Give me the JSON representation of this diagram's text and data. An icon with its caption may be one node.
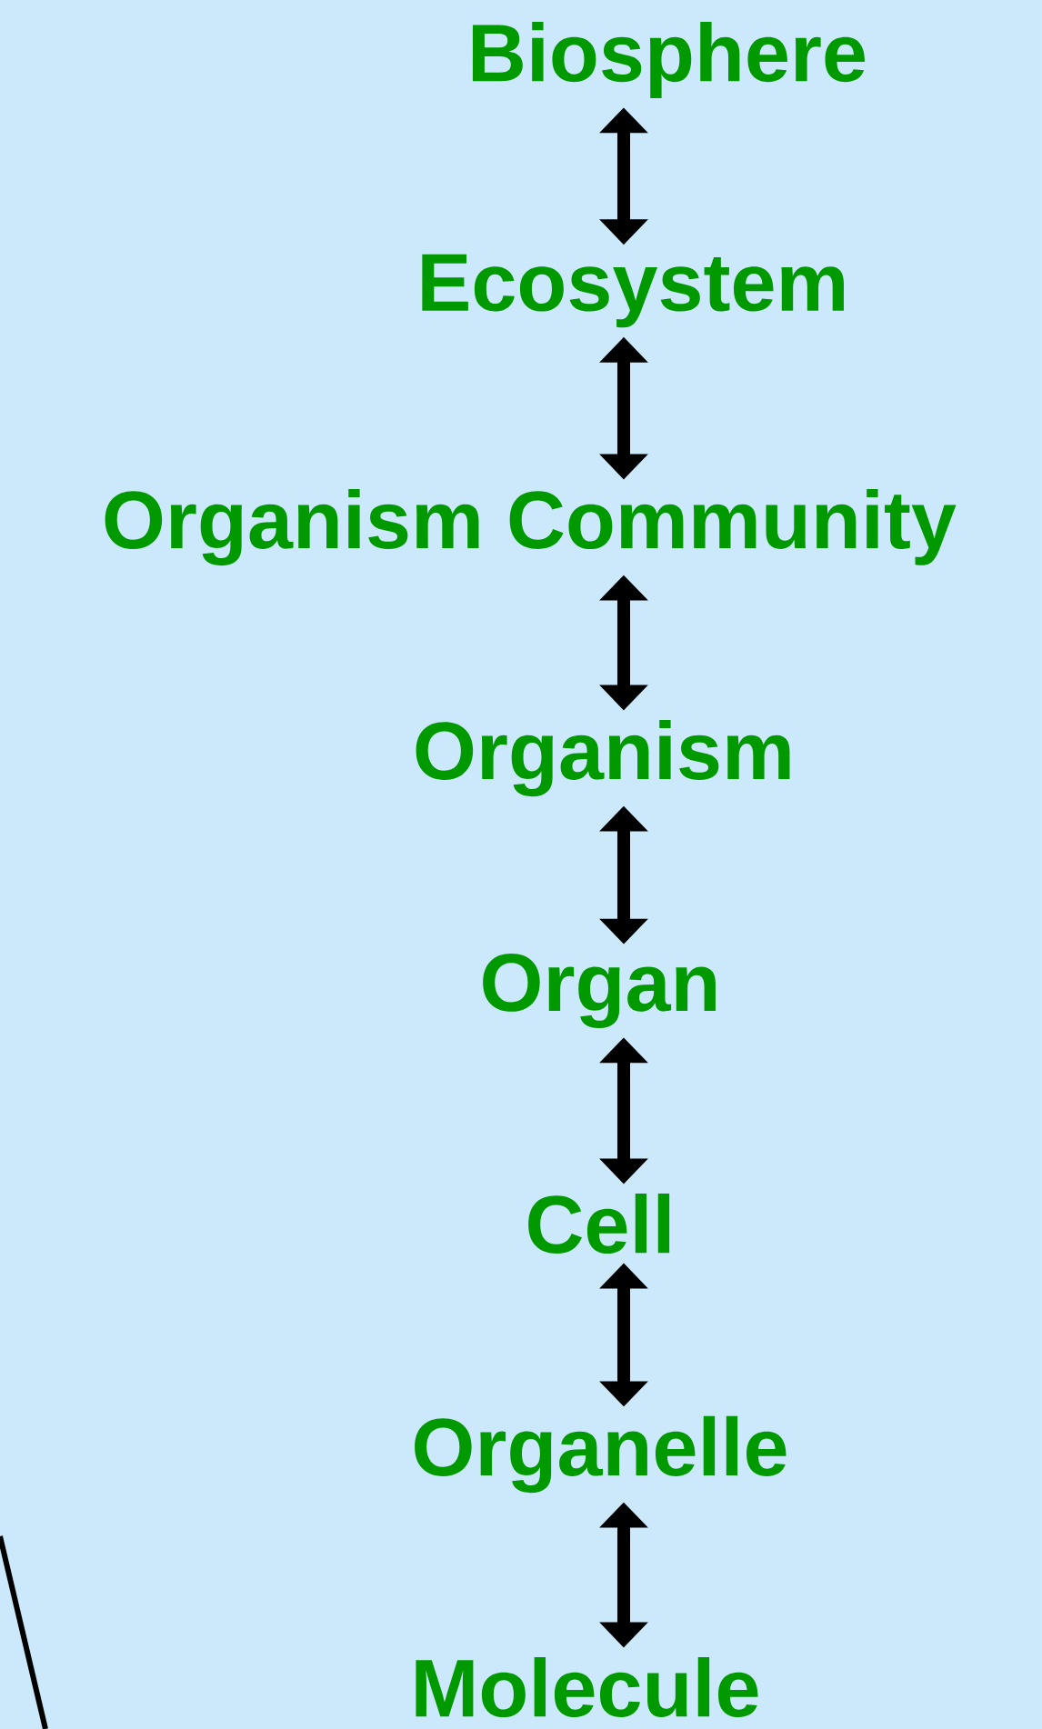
{
  "diagram": {
    "nodes": [
      {
        "text": [
          "Biosphere"
        ]
      },
      {
        "text": [
          "Ecosystem"
        ]
      },
      {
        "text": [
          "Organism Community"
        ]
      },
      {
        "text": [
          "Organism"
        ]
      },
      {
        "text": [
          "Organ"
        ]
      },
      {
        "text": [
          "Cell"
        ]
      },
      {
        "text": [
          "Organelle"
        ]
      },
      {
        "text": [
          "Molecule"
        ]
      }
    ],
    "edges": [
      {
        "from": 0,
        "to": 1,
        "arrow": "both"
      },
      {
        "from": 1,
        "to": 2,
        "arrow": "both"
      },
      {
        "from": 2,
        "to": 3,
        "arrow": "both"
      },
      {
        "from": 3,
        "to": 4,
        "arrow": "both"
      },
      {
        "from": 4,
        "to": 5,
        "arrow": "both"
      },
      {
        "from": 5,
        "to": 6,
        "arrow": "both"
      },
      {
        "from": 6,
        "to": 7,
        "arrow": "both"
      }
    ]
  }
}
